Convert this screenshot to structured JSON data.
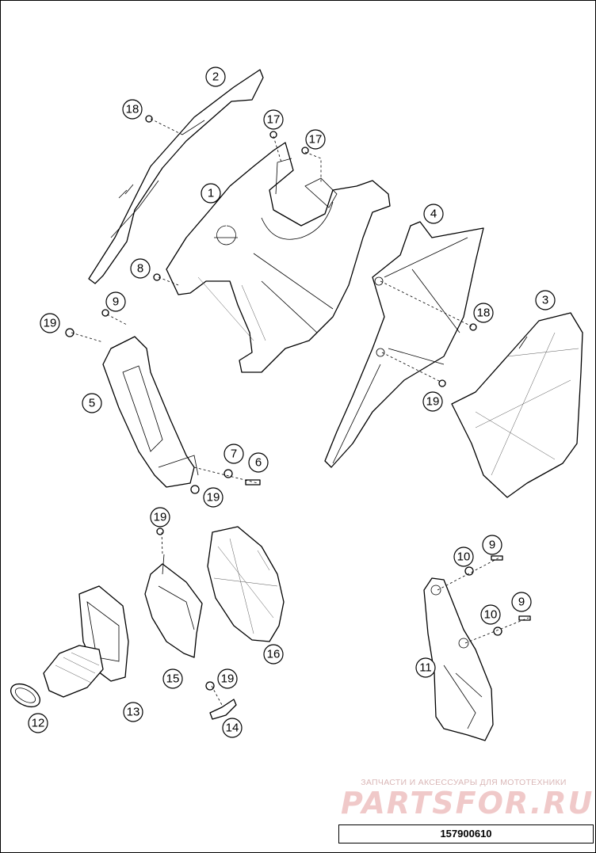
{
  "callouts": [
    {
      "id": "c1",
      "label": "1"
    },
    {
      "id": "c2",
      "label": "2"
    },
    {
      "id": "c3",
      "label": "3"
    },
    {
      "id": "c4",
      "label": "4"
    },
    {
      "id": "c5",
      "label": "5"
    },
    {
      "id": "c6",
      "label": "6"
    },
    {
      "id": "c7",
      "label": "7"
    },
    {
      "id": "c8",
      "label": "8"
    },
    {
      "id": "c9a",
      "label": "9"
    },
    {
      "id": "c9b",
      "label": "9"
    },
    {
      "id": "c9c",
      "label": "9"
    },
    {
      "id": "c10a",
      "label": "10"
    },
    {
      "id": "c10b",
      "label": "10"
    },
    {
      "id": "c11",
      "label": "11"
    },
    {
      "id": "c12",
      "label": "12"
    },
    {
      "id": "c13",
      "label": "13"
    },
    {
      "id": "c14",
      "label": "14"
    },
    {
      "id": "c15",
      "label": "15"
    },
    {
      "id": "c16",
      "label": "16"
    },
    {
      "id": "c17a",
      "label": "17"
    },
    {
      "id": "c17b",
      "label": "17"
    },
    {
      "id": "c18a",
      "label": "18"
    },
    {
      "id": "c18b",
      "label": "18"
    },
    {
      "id": "c19a",
      "label": "19"
    },
    {
      "id": "c19b",
      "label": "19"
    },
    {
      "id": "c19c",
      "label": "19"
    },
    {
      "id": "c19d",
      "label": "19"
    },
    {
      "id": "c19e",
      "label": "19"
    }
  ],
  "watermark": {
    "tagline": "ЗАПЧАСТИ И АКСЕССУАРЫ ДЛЯ МОТОТЕХНИКИ",
    "logo": "PARTSFOR.RU"
  },
  "part_number": "157900610"
}
